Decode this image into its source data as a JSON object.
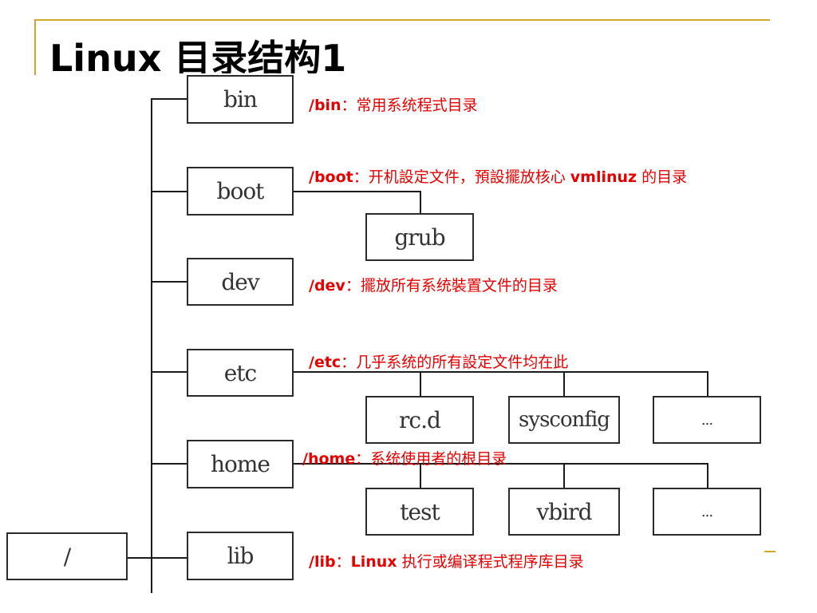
{
  "title": "Linux 目录结构1",
  "root": {
    "label": "/"
  },
  "dirs": [
    {
      "label": "bin",
      "path": "/bin",
      "sep": "：",
      "desc": "常用系统程式目录"
    },
    {
      "label": "boot",
      "path": "/boot",
      "sep": "：",
      "desc": "开机設定文件，預設擺放核心 ",
      "emph": "vmlinuz",
      "desc_after": " 的目录"
    },
    {
      "label": "dev",
      "path": "/dev",
      "sep": "：",
      "desc": "擺放所有系统裝置文件的目录"
    },
    {
      "label": "etc",
      "path": "/etc",
      "sep": "：",
      "desc": "几乎系统的所有設定文件均在此"
    },
    {
      "label": "home",
      "path": "/home",
      "sep": "：",
      "desc": "系统使用者的根目录"
    },
    {
      "label": "lib",
      "path": "/lib",
      "sep": "：",
      "emph": "Linux",
      "desc": " 执行或编译程式程序库目录"
    }
  ],
  "boot_children": [
    "grub"
  ],
  "etc_children": [
    "rc.d",
    "sysconfig",
    "..."
  ],
  "home_children": [
    "test",
    "vbird",
    "..."
  ],
  "colors": {
    "accent": "#d4a72c",
    "text_highlight": "#e60000",
    "line": "#1a1a1a"
  }
}
